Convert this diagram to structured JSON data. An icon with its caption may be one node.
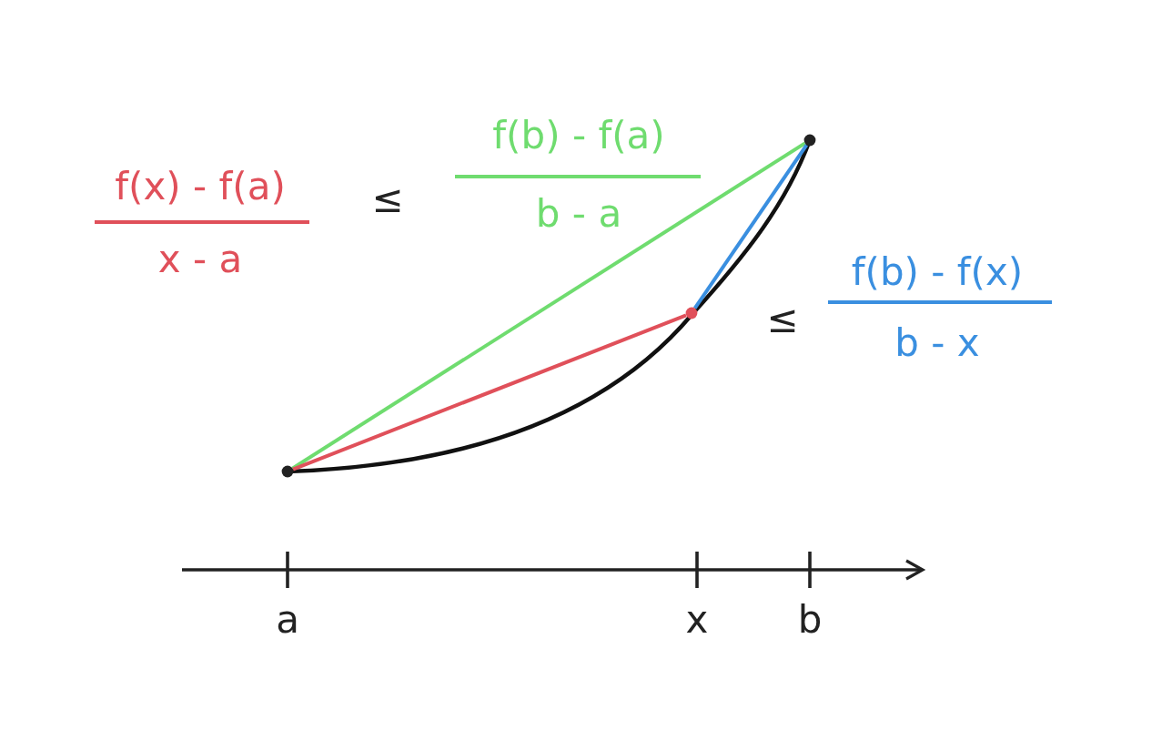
{
  "diagram": {
    "nodes": [
      {
        "text": [],
        "shape": "circle"
      },
      {
        "text": [],
        "shape": "circle"
      },
      {
        "text": [],
        "shape": "circle"
      }
    ],
    "edges": [
      {
        "from": 0,
        "to": 2,
        "arrow": "none",
        "color": "#6fdc6f"
      },
      {
        "from": 0,
        "to": 1,
        "arrow": "none",
        "color": "#e0505a"
      },
      {
        "from": 1,
        "to": 2,
        "arrow": "none",
        "color": "#3a8fe0"
      }
    ],
    "labels": [
      "f(x) - f(a)",
      "x - a",
      "≤",
      "f(b) - f(a)",
      "b - a",
      "≤",
      "f(b) - f(x)",
      "b - x",
      "a",
      "x",
      "b"
    ]
  }
}
